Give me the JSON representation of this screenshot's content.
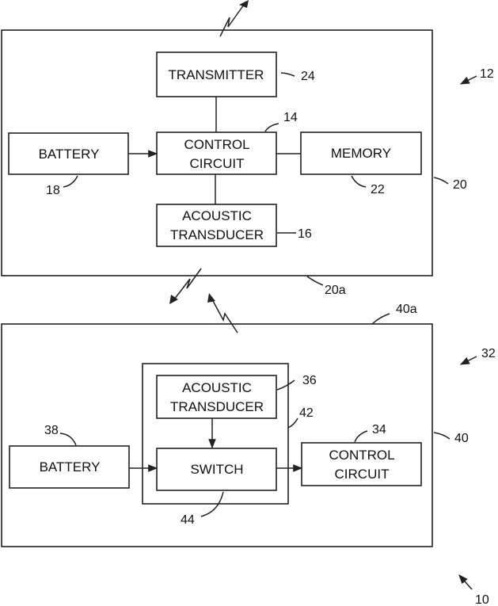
{
  "unit_top": {
    "ref": "12",
    "housing_ref": "20",
    "surface_ref": "20a",
    "blocks": {
      "transmitter": {
        "label": "TRANSMITTER",
        "ref": "24"
      },
      "control_circuit": {
        "label_line1": "CONTROL",
        "label_line2": "CIRCUIT",
        "ref": "14"
      },
      "battery": {
        "label": "BATTERY",
        "ref": "18"
      },
      "memory": {
        "label": "MEMORY",
        "ref": "22"
      },
      "acoustic_transducer": {
        "label_line1": "ACOUSTIC",
        "label_line2": "TRANSDUCER",
        "ref": "16"
      }
    }
  },
  "unit_bottom": {
    "ref": "32",
    "housing_ref": "40",
    "surface_ref": "40a",
    "switch_group_ref": "42",
    "blocks": {
      "acoustic_transducer": {
        "label_line1": "ACOUSTIC",
        "label_line2": "TRANSDUCER",
        "ref": "36"
      },
      "switch": {
        "label": "SWITCH",
        "ref": "44"
      },
      "battery": {
        "label": "BATTERY",
        "ref": "38"
      },
      "control_circuit": {
        "label_line1": "CONTROL",
        "label_line2": "CIRCUIT",
        "ref": "34"
      }
    }
  },
  "system_ref": "10"
}
